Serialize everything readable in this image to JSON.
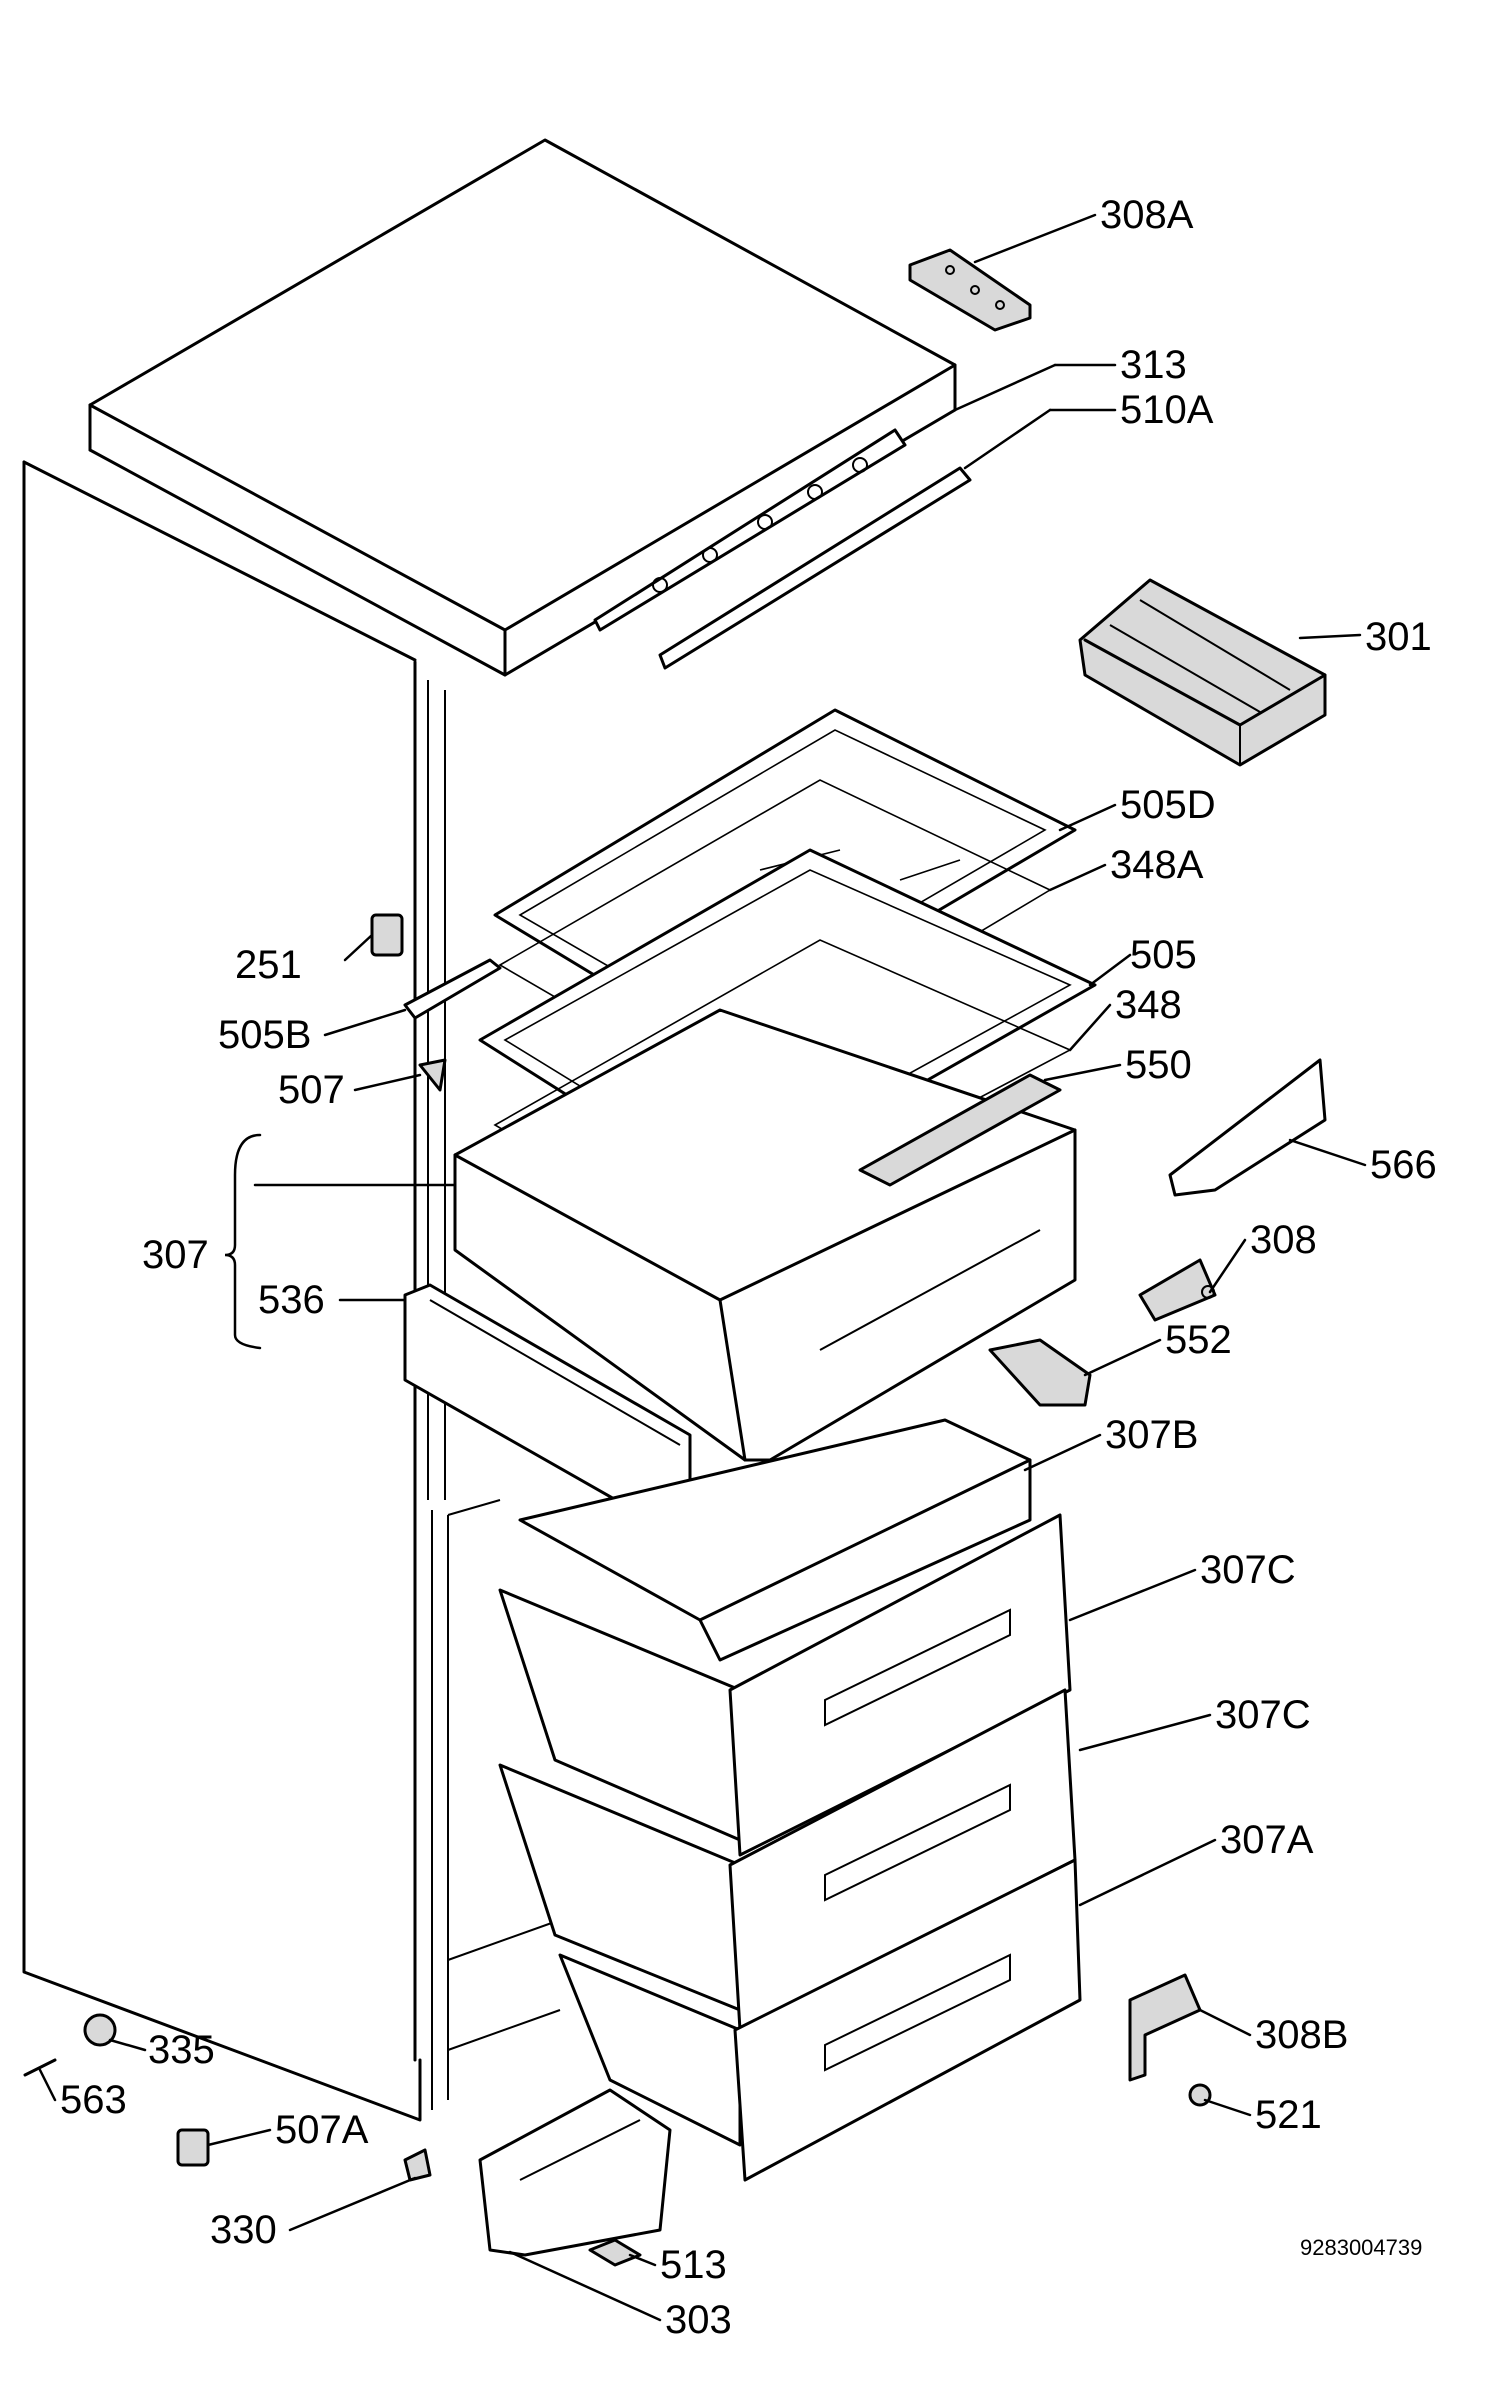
{
  "diagram": {
    "labels": {
      "l308a": "308A",
      "l313": "313",
      "l510a": "510A",
      "l301": "301",
      "l505d": "505D",
      "l348a": "348A",
      "l505": "505",
      "l348": "348",
      "l550": "550",
      "l251": "251",
      "l505b": "505B",
      "l507": "507",
      "l566": "566",
      "l307": "307",
      "l308": "308",
      "l536": "536",
      "l552": "552",
      "l307b": "307B",
      "l307c1": "307C",
      "l307c2": "307C",
      "l307a": "307A",
      "l308b": "308B",
      "l335": "335",
      "l563": "563",
      "l521": "521",
      "l507a": "507A",
      "l330": "330",
      "l513": "513",
      "l303": "303"
    },
    "drawing_number": "9283004739"
  }
}
